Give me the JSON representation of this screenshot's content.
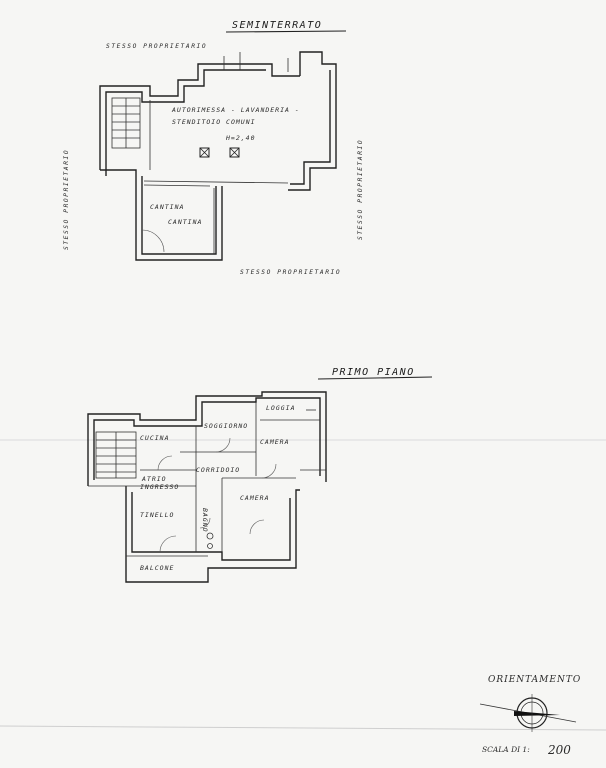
{
  "basement": {
    "title": "SEMINTERRATO",
    "side_top": "STESSO PROPRIETARIO",
    "side_left": "STESSO PROPRIETARIO",
    "side_right": "STESSO PROPRIETARIO",
    "side_bottom": "STESSO PROPRIETARIO",
    "room_main_1": "AUTORIMESSA - LAVANDERIA -",
    "room_main_2": "STENDITOIO   COMUNI",
    "room_main_height": "H=2,40",
    "room_cellar_1": "CANTINA",
    "room_cellar_2": "CANTINA"
  },
  "first_floor": {
    "title": "PRIMO PIANO",
    "room_cucina": "CUCINA",
    "room_soggiorno": "SOGGIORNO",
    "room_loggia": "LOGGIA",
    "room_camera_1": "CAMERA",
    "room_corridoio": "CORRIDOIO",
    "room_atrio": "ATRIO",
    "room_ingresso": "INGRESSO",
    "room_tinello": "TINELLO",
    "room_bagno": "BAGNO",
    "room_camera_2": "CAMERA",
    "room_balcone": "BALCONE"
  },
  "legend": {
    "orientation": "ORIENTAMENTO",
    "scale_label": "SCALA DI 1:",
    "scale_value": "200"
  }
}
